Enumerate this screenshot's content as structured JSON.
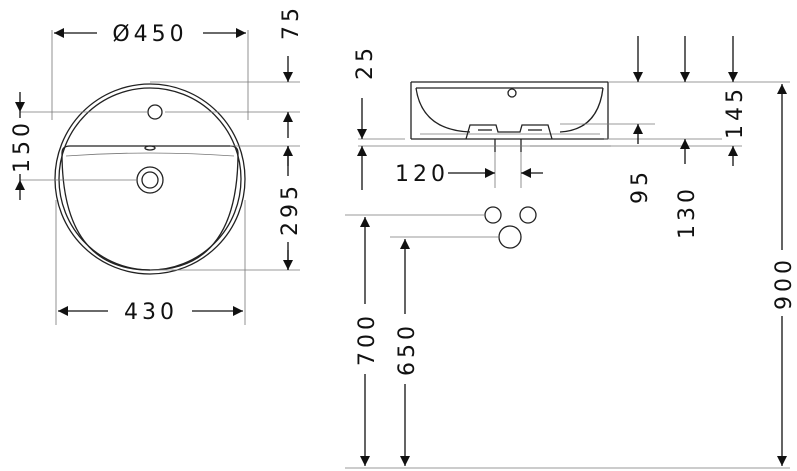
{
  "colors": {
    "line": "#111111",
    "extension": "#777777",
    "background": "#ffffff"
  },
  "plan_view": {
    "diameter": "Ø450",
    "rim_height": "75",
    "tap_hole_offset": "150",
    "bowl_depth": "295",
    "width": "430"
  },
  "side_view": {
    "rim_thickness": "25",
    "basin_height": "145",
    "waste_spacing": "120",
    "waste_height": "95",
    "base_offset": "130",
    "supply_height": "700",
    "waste_outlet_height": "650",
    "overall_height": "900"
  }
}
